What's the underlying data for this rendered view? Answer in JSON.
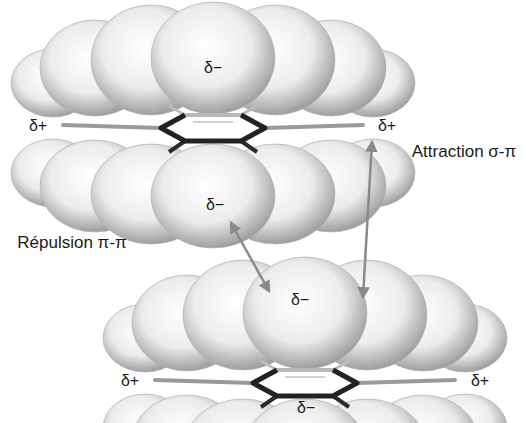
{
  "diagram": {
    "labels": [
      "δ−",
      "δ+",
      "δ+",
      "Attraction σ-π",
      "δ−",
      "Répulsion π-π",
      "δ−",
      "δ+",
      "δ+",
      "δ−"
    ]
  }
}
